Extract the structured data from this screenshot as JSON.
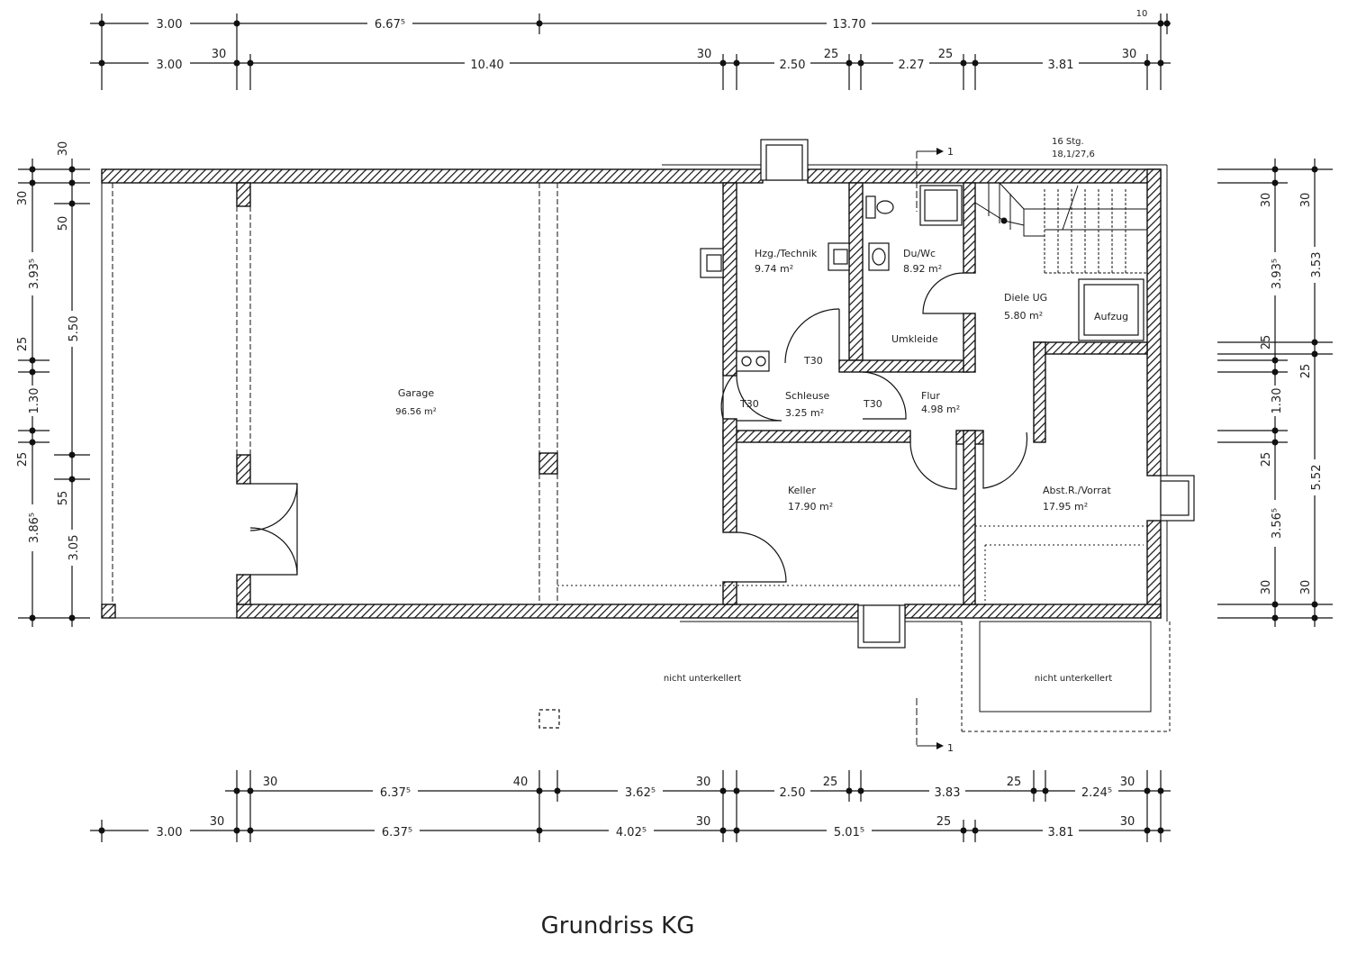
{
  "title": "Grundriss KG",
  "colors": {
    "line": "#111111",
    "text": "#222222",
    "background": "#ffffff"
  },
  "dimensions": {
    "top_row1": [
      "3.00",
      "6.67⁵",
      "13.70",
      "10"
    ],
    "top_row2": [
      "3.00",
      "30",
      "10.40",
      "30",
      "2.50",
      "25",
      "2.27",
      "25",
      "3.81",
      "30"
    ],
    "bottom_row1": [
      "30",
      "6.37⁵",
      "40",
      "3.62⁵",
      "30",
      "2.50",
      "25",
      "3.83",
      "25",
      "2.24⁵",
      "30"
    ],
    "bottom_row2": [
      "3.00",
      "30",
      "6.37⁵",
      "4.02⁵",
      "30",
      "5.01⁵",
      "25",
      "3.81",
      "30"
    ],
    "left_outer": [
      "30",
      "3.93⁵",
      "25",
      "1.30",
      "25",
      "3.86⁵"
    ],
    "left_inner": [
      "30",
      "50",
      "5.50",
      "55",
      "3.05"
    ],
    "right_inner": [
      "30",
      "3.93⁵",
      "25",
      "1.30",
      "25",
      "3.56⁵",
      "30"
    ],
    "right_outer": [
      "30",
      "3.53",
      "25",
      "5.52",
      "30"
    ]
  },
  "rooms": {
    "garage": {
      "name": "Garage",
      "area": "96.56 m²"
    },
    "technik": {
      "name": "Hzg./Technik",
      "area": "9.74 m²"
    },
    "duwc": {
      "name": "Du/Wc",
      "area": "8.92 m²"
    },
    "umkleide": {
      "name": "Umkleide"
    },
    "diele": {
      "name": "Diele UG",
      "area": "5.80 m²"
    },
    "aufzug": {
      "name": "Aufzug"
    },
    "schleuse": {
      "name": "Schleuse",
      "area": "3.25 m²"
    },
    "flur": {
      "name": "Flur",
      "area": "4.98 m²"
    },
    "keller": {
      "name": "Keller",
      "area": "17.90 m²"
    },
    "vorrat": {
      "name": "Abst.R./Vorrat",
      "area": "17.95 m²"
    }
  },
  "door_labels": [
    "T30",
    "T30",
    "T30"
  ],
  "stair": {
    "label1": "16 Stg.",
    "label2": "18,1/27,6"
  },
  "section_marker": "1",
  "notes": [
    "nicht unterkellert",
    "nicht unterkellert"
  ]
}
